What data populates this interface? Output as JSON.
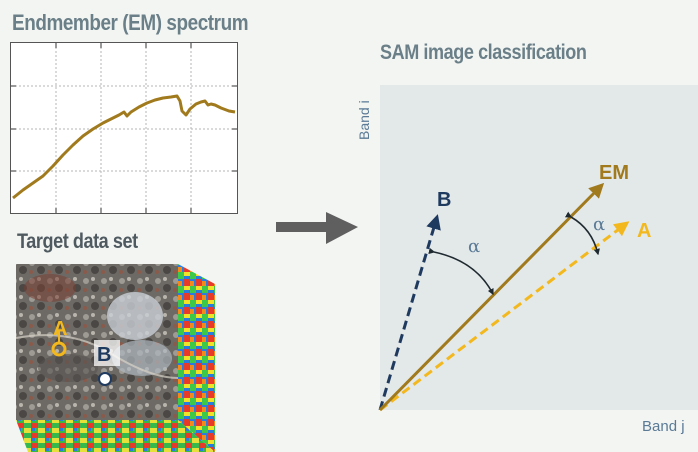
{
  "panels": {
    "spectrum_title": "Endmember (EM) spectrum",
    "target_title": "Target data set",
    "sam_title": "SAM image classification"
  },
  "sam_plot": {
    "y_axis_label": "Band i",
    "x_axis_label": "Band j",
    "em_label": "EM",
    "a_label": "A",
    "b_label": "B",
    "angle_label_1": "α",
    "angle_label_2": "α"
  },
  "image_markers": {
    "a_label": "A",
    "b_label": "B"
  },
  "colors": {
    "em": "#a07a1c",
    "a": "#f2b81d",
    "b": "#1f3a5f",
    "axis_label": "#5a7a96",
    "flow_arrow": "#5f5f5f",
    "plot_bg": "#e3e8e9"
  }
}
